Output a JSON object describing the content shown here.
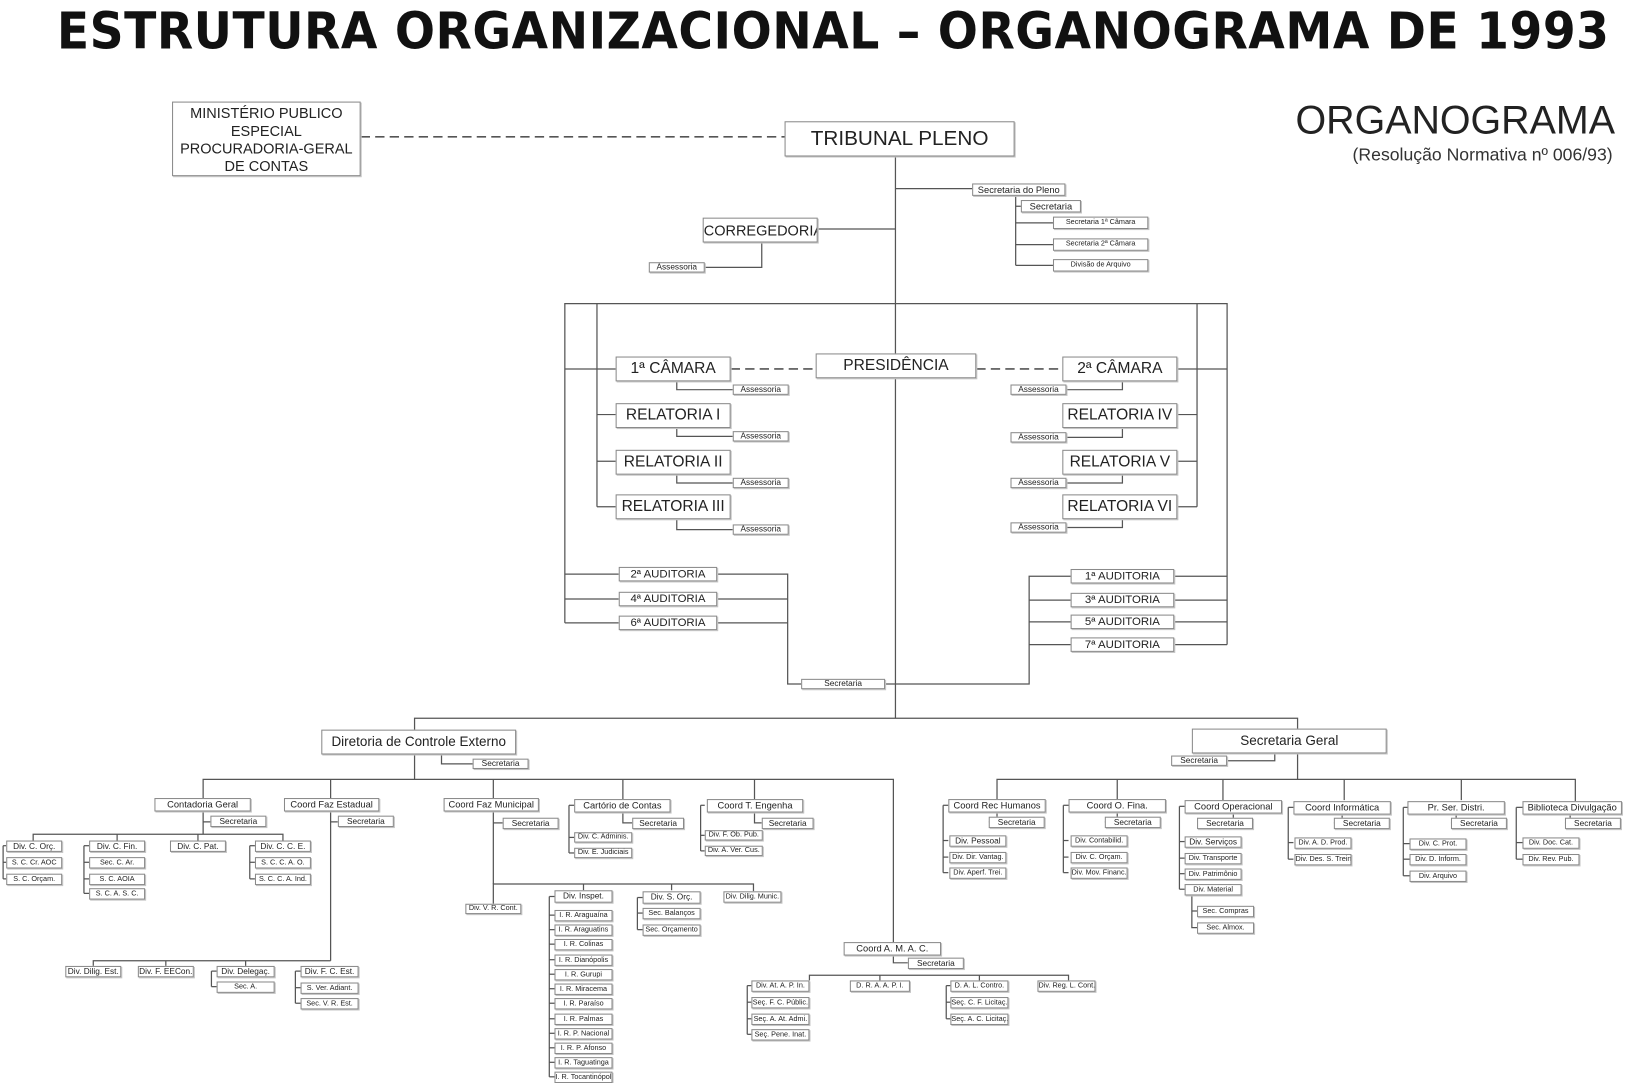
{
  "title": "ESTRUTURA ORGANIZACIONAL – ORGANOGRAMA DE 1993",
  "heading": "ORGANOGRAMA",
  "subheading": "(Resolução Normativa nº 006/93)",
  "boxes": {
    "mp": "MINISTÉRIO PUBLICO\nESPECIAL\nPROCURADORIA-GERAL\nDE CONTAS",
    "tp": "TRIBUNAL PLENO",
    "secpleno": "Secretaria do Pleno",
    "secpl_sec": "Secretaria",
    "sec1c": "Secretaria 1ª Câmara",
    "sec2c": "Secretaria 2ª Câmara",
    "divarq": "Divisão de Arquivo",
    "corr": "CORREGEDORIA",
    "corr_ass": "Assessoria",
    "pres": "PRESIDÊNCIA",
    "c1": "1ª CÂMARA",
    "c1a": "Assessoria",
    "c2": "2ª CÂMARA",
    "c2a": "Assessoria",
    "r1": "RELATORIA I",
    "r1a": "Assessoria",
    "r2": "RELATORIA II",
    "r2a": "Assessoria",
    "r3": "RELATORIA III",
    "r3a": "Assessoria",
    "r4": "RELATORIA IV",
    "r4a": "Assessoria",
    "r5": "RELATORIA V",
    "r5a": "Assessoria",
    "r6": "RELATORIA VI",
    "r6a": "Assessoria",
    "aud2": "2ª AUDITORIA",
    "aud4": "4ª AUDITORIA",
    "aud6": "6ª AUDITORIA",
    "aud1": "1ª AUDITORIA",
    "aud3": "3ª AUDITORIA",
    "aud5": "5ª AUDITORIA",
    "aud7": "7ª AUDITORIA",
    "secmid": "Secretaria",
    "dce": "Diretoria de Controle Externo",
    "dce_sec": "Secretaria",
    "sg": "Secretaria Geral",
    "sg_sec": "Secretaria",
    "cg": "Contadoria Geral",
    "cg_sec": "Secretaria",
    "dco": "Div. C. Orç.",
    "sccraoc": "S. C. Cr. AOC",
    "scorcam": "S. C. Orçam.",
    "dcfin": "Div. C. Fin.",
    "secar": "Sec. C. Ar.",
    "scaoia": "S. C. AOIA",
    "scasc": "S. C. A. S. C.",
    "dcpat": "Div. C. Pat.",
    "dcce": "Div. C. C. E.",
    "sccao": "S. C. C. A. O.",
    "sccaind": "S. C. C. A. Ind.",
    "cfe": "Coord Faz Estadual",
    "cfe_sec": "Secretaria",
    "dde": "Div. Dilig. Est.",
    "dfee": "Div. F. EECon.",
    "ddel": "Div. Delegaç.",
    "seca": "Sec. A.",
    "dfce": "Div. F. C. Est.",
    "sver": "S. Ver. Adiant.",
    "svr": "Sec. V. R. Est.",
    "cfm": "Coord Faz Municipal",
    "cfm_sec": "Secretaria",
    "dvrc": "Div. V. R. Cont.",
    "dinsp": "Div. Inspet.",
    "ir": [
      "I. R. Araguaína",
      "I. R. Araguatins",
      "I. R. Colinas",
      "I. R. Dianópolis",
      "I. R. Gurupi",
      "I. R. Miracema",
      "I. R. Paraíso",
      "I. R. Palmas",
      "I. R. P. Nacional",
      "I. R. P. Afonso",
      "I. R. Taguatinga",
      "I. R. Tocantinópolis"
    ],
    "dsorc": "Div. S. Orç.",
    "secbal": "Sec. Balanços",
    "secorc": "Sec. Orçamento",
    "ddm": "Div. Dilig. Munic.",
    "cc": "Cartório de Contas",
    "cc_sec": "Secretaria",
    "dcadm": "Div. C. Adminis.",
    "dejud": "Div. E. Judiciais",
    "cte": "Coord T. Engenha",
    "cte_sec": "Secretaria",
    "dfob": "Div. F. Ob. Pub.",
    "dacus": "Div. A. Ver. Cus.",
    "camac": "Coord A. M. A. C.",
    "camac_sec": "Secretaria",
    "datap": "Div. At. A. P. In.",
    "sefcp": "Seç. F. C. Públic.",
    "secaat": "Seç. A. At. Admi.",
    "secpene": "Seç. Pene. Inat.",
    "draap": "D. R. A. A. P. I.",
    "dalc": "D. A. L. Contro.",
    "secfl": "Seç. C. F. Licitaç.",
    "secacl": "Seç. A. C. Licitaç.",
    "drlc": "Div. Reg. L. Cont.",
    "crh": "Coord Rec Humanos",
    "crh_sec": "Secretaria",
    "dpes": "Div. Pessoal",
    "ddv": "Div. Dir. Vantag.",
    "dat": "Div. Aperf. Trei.",
    "cof": "Coord O. Fina.",
    "cof_sec": "Secretaria",
    "dcont": "Div. Contabilid.",
    "dcorc": "Div. C. Orçam.",
    "dmov": "Div. Mov. Financ.",
    "cop": "Coord Operacional",
    "cop_sec": "Secretaria",
    "dserv": "Div. Serviços",
    "dtransp": "Div. Transporte",
    "dpatr": "Div. Patrimônio",
    "dmat": "Div. Material",
    "seccompr": "Sec. Compras",
    "secalmox": "Sec. Almox.",
    "cinf": "Coord Informática",
    "cinf_sec": "Secretaria",
    "dadp": "Div. A. D. Prod.",
    "ddst": "Div. Des. S. Trein.",
    "psd": "Pr. Ser. Distri.",
    "psd_sec": "Secretaria",
    "dcprot": "Div. C. Prot.",
    "ddinf": "Div. D. Inform.",
    "darq": "Div. Arquivo",
    "bib": "Biblioteca Divulgação",
    "bib_sec": "Secretaria",
    "ddoc": "Div. Doc. Cat.",
    "drev": "Div. Rev. Pub."
  }
}
